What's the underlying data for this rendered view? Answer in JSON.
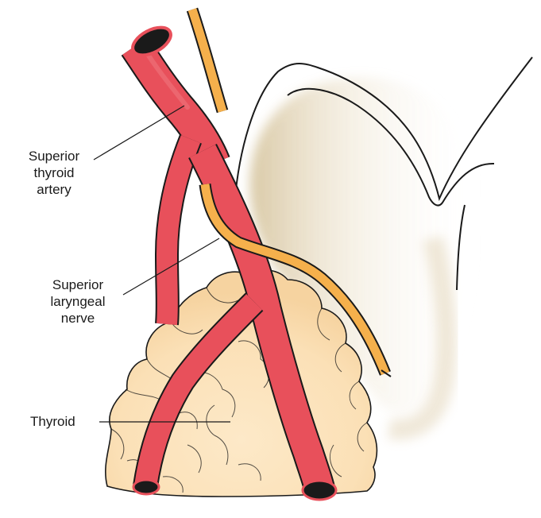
{
  "labels": {
    "superior_thyroid_artery": [
      "Superior",
      "thyroid",
      "artery"
    ],
    "superior_laryngeal_nerve": [
      "Superior",
      "laryngeal",
      "nerve"
    ],
    "thyroid": "Thyroid"
  },
  "colors": {
    "artery_fill": "#e8505b",
    "artery_outline": "#1a1a1a",
    "nerve_fill": "#f5b04c",
    "thyroid_fill": "#fbe0b8",
    "cartilage_shadow": "#d9c49a",
    "leader_line": "#1a1a1a"
  }
}
